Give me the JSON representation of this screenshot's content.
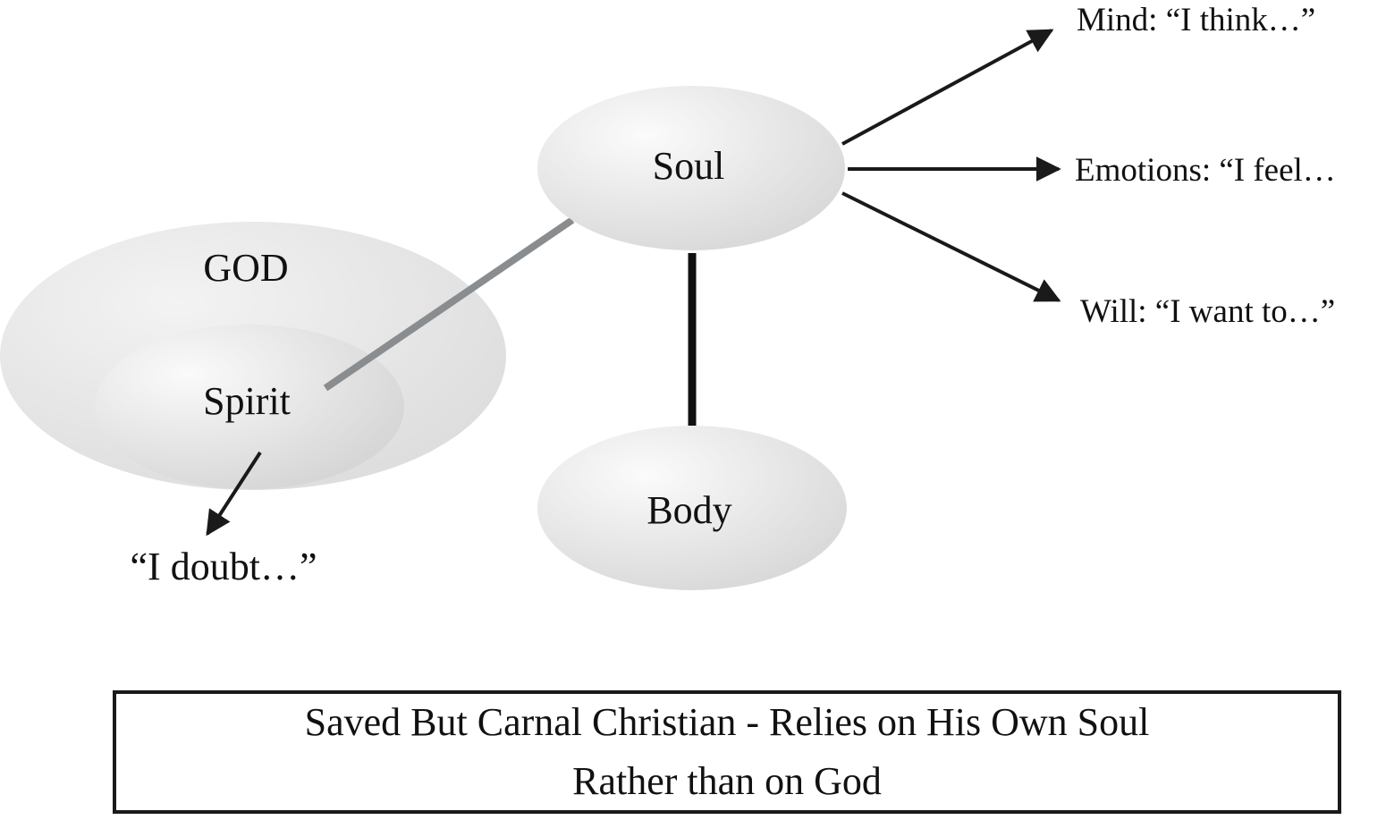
{
  "nodes": {
    "god": "GOD",
    "spirit": "Spirit",
    "soul": "Soul",
    "body": "Body"
  },
  "soul_outputs": {
    "mind": "Mind:  “I think…”",
    "emotions": "Emotions:  “I feel…",
    "will": "Will:  “I want to…”"
  },
  "spirit_output": "“I doubt…”",
  "caption": {
    "line1": "Saved But Carnal Christian - Relies on His Own Soul",
    "line2": "Rather than on God"
  },
  "colors": {
    "ellipse_fill": "#e6e6e6",
    "spirit_soul_link": "#8a8d90",
    "soul_body_link": "#111111",
    "arrows": "#1a1a1a"
  }
}
